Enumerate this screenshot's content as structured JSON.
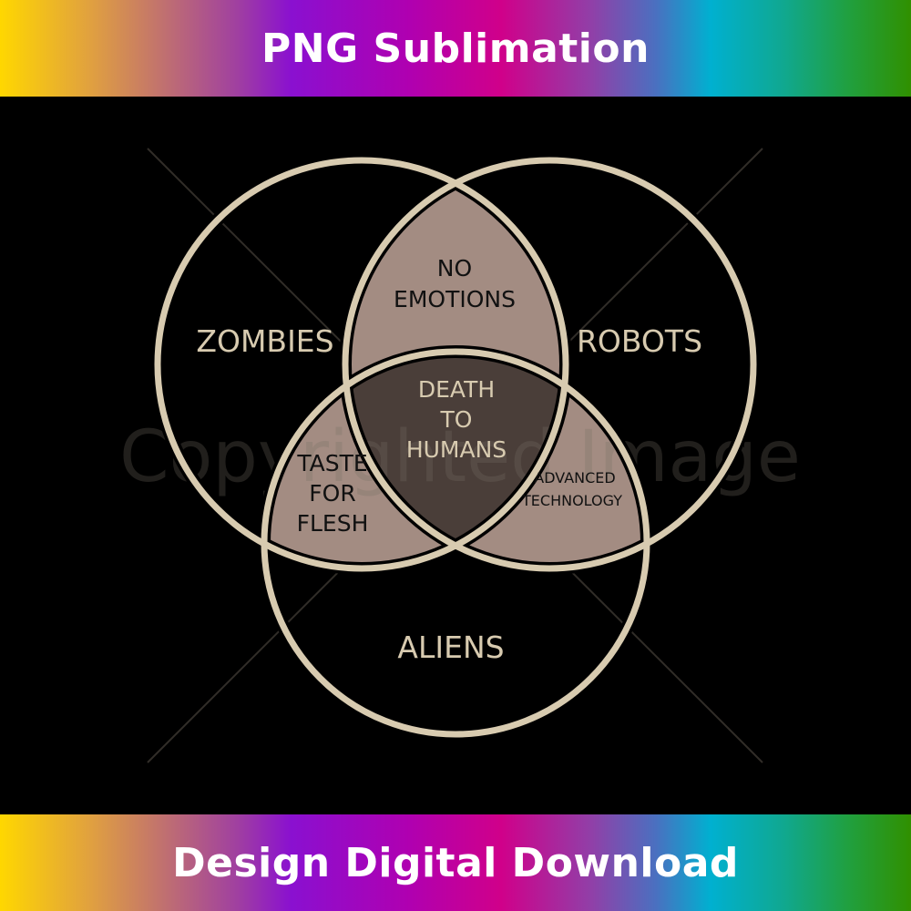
{
  "header": {
    "title": "PNG Sublimation"
  },
  "footer": {
    "title": "Design Digital Download"
  },
  "diagram": {
    "type": "venn",
    "circles": [
      {
        "id": "zombies",
        "label": "ZOMBIES"
      },
      {
        "id": "robots",
        "label": "ROBOTS"
      },
      {
        "id": "aliens",
        "label": "ALIENS"
      }
    ],
    "intersections": {
      "zombies_robots": {
        "lines": [
          "NO",
          "EMOTIONS"
        ]
      },
      "zombies_aliens": {
        "lines": [
          "TASTE",
          "FOR",
          "FLESH"
        ]
      },
      "robots_aliens": {
        "lines": [
          "ADVANCED",
          "TECHNOLOGY"
        ]
      },
      "all_three": {
        "lines": [
          "DEATH",
          "TO",
          "HUMANS"
        ]
      }
    },
    "watermark": "Copyrighted Image"
  },
  "colors": {
    "background": "#000000",
    "stroke": "#d8cbb0",
    "pair_fill": "#a08a80",
    "center_fill": "#4a3f3a",
    "outer_text": "#d8cbb0",
    "banner_text": "#ffffff"
  }
}
